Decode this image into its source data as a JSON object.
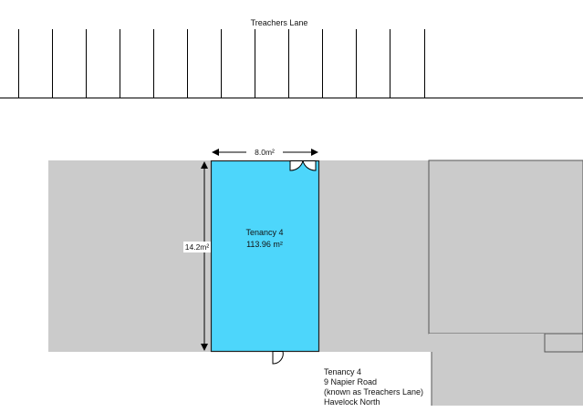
{
  "street": {
    "name": "Treachers Lane"
  },
  "dimensions": {
    "width": "8.0m²",
    "depth": "14.2m²"
  },
  "tenancy": {
    "label": "Tenancy 4",
    "area": "113.96 m²"
  },
  "address": {
    "line1": "Tenancy 4",
    "line2": "9 Napier Road",
    "line3": "(known as Treachers Lane)",
    "line4": "Havelock North"
  },
  "colors": {
    "tenancy_fill": "#4dd6fb",
    "building_fill": "#cbcbcb",
    "outline": "#333333"
  }
}
